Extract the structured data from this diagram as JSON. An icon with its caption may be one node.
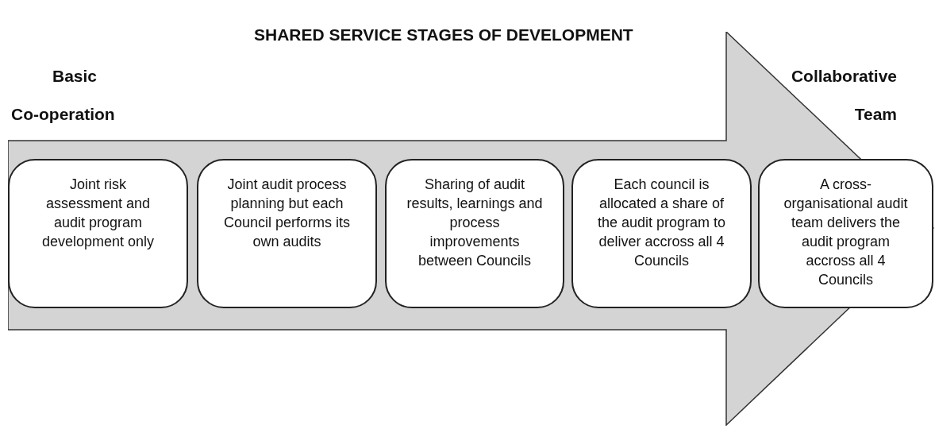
{
  "diagram": {
    "title": "SHARED SERVICE STAGES OF DEVELOPMENT",
    "nodes": [
      {
        "text": [],
        "shape": "arrow"
      },
      {
        "text": [
          "Joint risk assessment and audit program development only"
        ],
        "in": 0
      },
      {
        "text": [
          "Joint audit process planning but each Council performs its own audits"
        ],
        "in": 0
      },
      {
        "text": [
          "Sharing of audit results, learnings and process improvements between Councils"
        ],
        "in": 0
      },
      {
        "text": [
          "Each council is allocated a share of the audit program to deliver accross all 4 Councils"
        ],
        "in": 0
      },
      {
        "text": [
          "A cross-organisational audit team delivers the audit program accross all 4 Councils"
        ],
        "in": 0
      }
    ],
    "edges": [],
    "labels": [
      "Basic Co-operation",
      "Collaborative Team"
    ]
  }
}
